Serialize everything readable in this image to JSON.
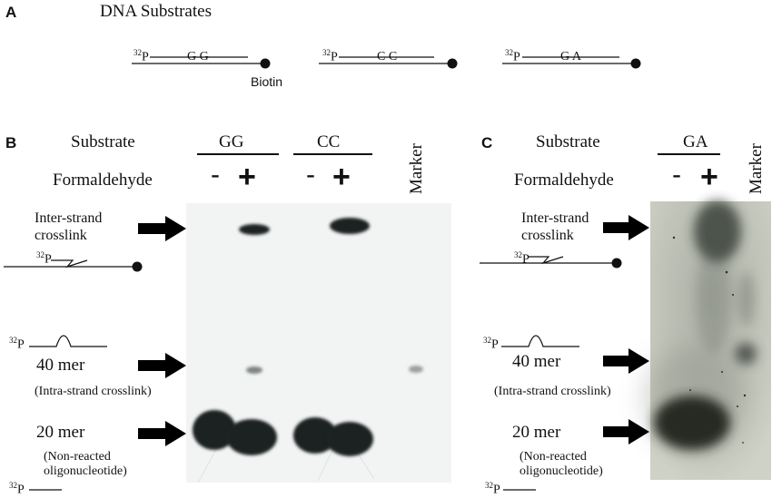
{
  "panel_a": {
    "letter": "A",
    "title": "DNA Substrates",
    "substrates": [
      {
        "p32": "32",
        "p": "P",
        "seq": "G G"
      },
      {
        "p32": "32",
        "p": "P",
        "seq": "C C"
      },
      {
        "p32": "32",
        "p": "P",
        "seq": "G A"
      }
    ],
    "biotin_label": "Biotin"
  },
  "panel_b": {
    "letter": "B",
    "substrate_label": "Substrate",
    "formaldehyde_label": "Formaldehyde",
    "groups": [
      "GG",
      "CC"
    ],
    "signs": [
      "-",
      "+",
      "-",
      "+"
    ],
    "marker_label": "Marker",
    "interstrand_line1": "Inter-strand",
    "interstrand_line2": "crosslink",
    "mer40": "40 mer",
    "mer40_note": "(Intra-strand crosslink)",
    "mer20": "20 mer",
    "mer20_note1": "(Non-reacted",
    "mer20_note2": "oligonucleotide)",
    "p32": "32",
    "p": "P"
  },
  "panel_c": {
    "letter": "C",
    "substrate_label": "Substrate",
    "formaldehyde_label": "Formaldehyde",
    "groups": [
      "GA"
    ],
    "signs": [
      "-",
      "+"
    ],
    "marker_label": "Marker",
    "interstrand_line1": "Inter-strand",
    "interstrand_line2": "crosslink",
    "mer40": "40 mer",
    "mer40_note": "(Intra-strand crosslink)",
    "mer20": "20 mer",
    "mer20_note1": "(Non-reacted",
    "mer20_note2": "oligonucleotide)",
    "p32": "32",
    "p": "P"
  },
  "colors": {
    "gel_b_bg": "#f2f3f3",
    "gel_c_bg": "#cfd2c6",
    "band": "#1d2422",
    "ink": "#111111"
  }
}
